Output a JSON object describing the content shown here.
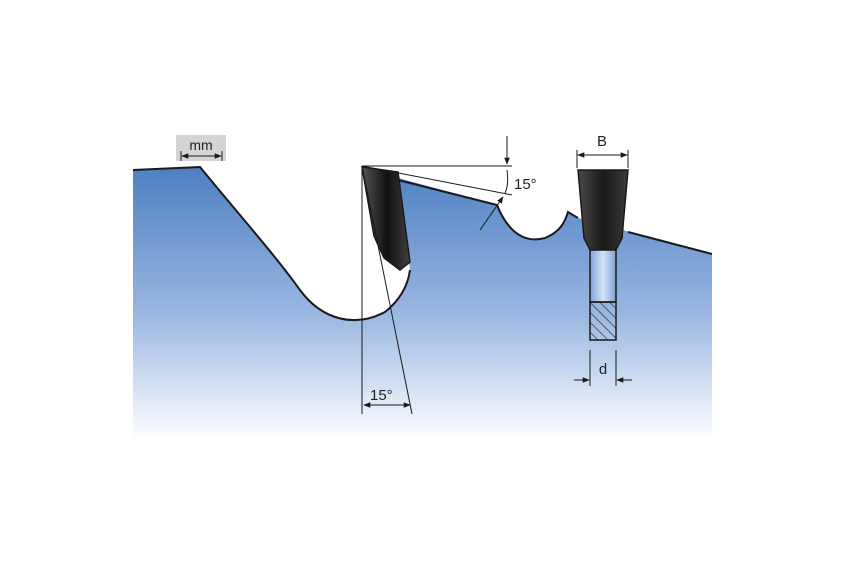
{
  "labels": {
    "mm": "mm",
    "angle_clearance": "15°",
    "angle_hook": "15°",
    "width": "B",
    "thickness": "d"
  },
  "colors": {
    "blade_top": "#4d7fc3",
    "blade_bottom": "#ffffff",
    "outline": "#1a1a1a",
    "tooth_dark": "#2a2a2a",
    "body_light": "#a9c4ea"
  }
}
